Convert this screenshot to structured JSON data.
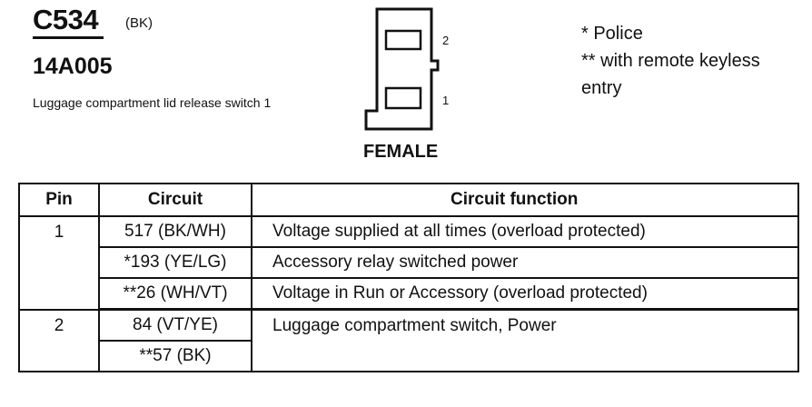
{
  "connector": {
    "id": "C534",
    "color": "(BK)",
    "part_number": "14A005",
    "description": "Luggage compartment lid release switch 1",
    "view": "FEMALE",
    "pin_labels": [
      "2",
      "1"
    ]
  },
  "notes": [
    "* Police",
    "** with remote keyless",
    "entry"
  ],
  "table": {
    "headers": {
      "pin": "Pin",
      "circuit": "Circuit",
      "function": "Circuit function"
    },
    "groups": [
      {
        "pin": "1",
        "rows": [
          {
            "circuit": "517 (BK/WH)",
            "function": "Voltage supplied at all times (overload protected)"
          },
          {
            "circuit": "*193 (YE/LG)",
            "function": "Accessory relay switched power"
          },
          {
            "circuit": "**26 (WH/VT)",
            "function": "Voltage in Run or Accessory (overload protected)"
          }
        ]
      },
      {
        "pin": "2",
        "rows": [
          {
            "circuit": "84 (VT/YE)",
            "function": "Luggage compartment switch, Power"
          },
          {
            "circuit": "**57 (BK)",
            "function": ""
          }
        ]
      }
    ]
  }
}
